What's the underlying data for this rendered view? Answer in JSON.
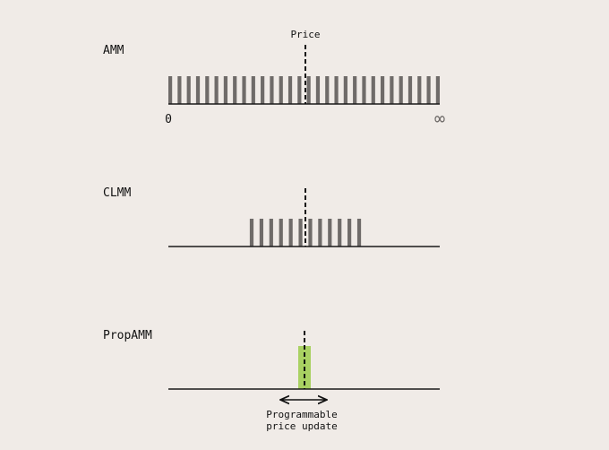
{
  "colors": {
    "background": "#f0ebe7",
    "bar": "#6f6b69",
    "axis": "#1a1a1a",
    "price_line": "#111111",
    "highlight": "#a9d162"
  },
  "price_label": "Price",
  "panels": [
    {
      "id": "amm",
      "label": "AMM",
      "axis_start_label": "0",
      "axis_end_label": "∞",
      "liquidity_range": [
        0,
        1
      ],
      "bar_count": 30
    },
    {
      "id": "clmm",
      "label": "CLMM",
      "liquidity_range": [
        0.3,
        0.71
      ],
      "bar_count": 12
    },
    {
      "id": "propamm",
      "label": "PropAMM",
      "liquidity_range": [
        0.485,
        0.525
      ],
      "highlighted": true,
      "caption_lines": [
        "Programmable",
        "price update"
      ]
    }
  ]
}
